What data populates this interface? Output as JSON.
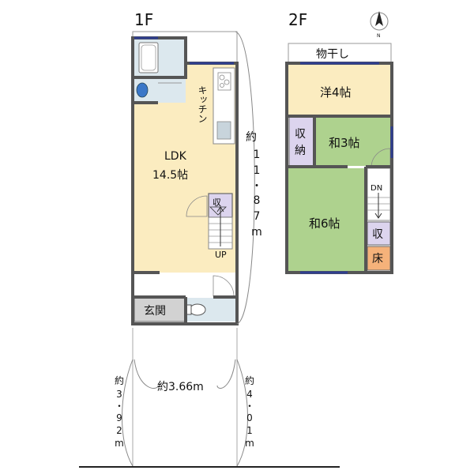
{
  "floors": {
    "first": {
      "label": "1F"
    },
    "second": {
      "label": "2F"
    }
  },
  "rooms_1f": {
    "ldk_name": "LDK",
    "ldk_size": "14.5帖",
    "kitchen": "キッチン",
    "storage": "収",
    "stairs_up": "UP",
    "entrance": "玄関"
  },
  "rooms_2f": {
    "drying_area": "物干し",
    "western_room": "洋4帖",
    "japanese_room_small": "和3帖",
    "japanese_room_large": "和6帖",
    "closet_top": "収",
    "closet_bottom": "納",
    "storage": "収",
    "alcove": "床",
    "stairs_down": "DN"
  },
  "dimensions": {
    "depth_chars": [
      "約",
      "1",
      "1",
      "・",
      "8",
      "7",
      "m"
    ],
    "width_total": "約3.66m",
    "left_dim_chars": [
      "約",
      "3",
      "・",
      "9",
      "2",
      "m"
    ],
    "right_dim_chars": [
      "約",
      "4",
      "・",
      "0",
      "1",
      "m"
    ]
  },
  "compass": {
    "north": "N"
  },
  "colors": {
    "ldk": "#fbecc0",
    "tatami": "#aed28e",
    "storage": "#dcd4ee",
    "alcove": "#f5b27a",
    "wet_area": "#dce8ee",
    "entrance": "#d2d2d2",
    "wall": "#555555",
    "window": "#2f3e8f"
  }
}
